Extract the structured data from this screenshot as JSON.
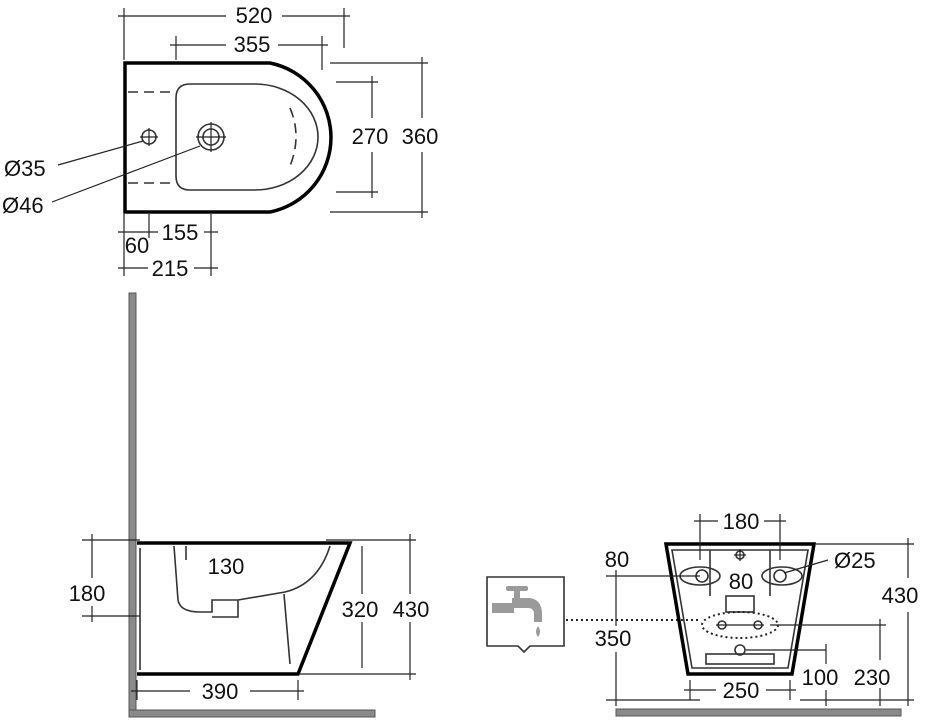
{
  "top_view": {
    "overall_length": "520",
    "bowl_length": "355",
    "inner_width": "270",
    "overall_width": "360",
    "hole_small": "Ø35",
    "hole_large": "Ø46",
    "offset_155": "155",
    "offset_60": "60",
    "offset_215": "215"
  },
  "side_view": {
    "dim_180": "180",
    "dim_130": "130",
    "dim_320": "320",
    "dim_430": "430",
    "dim_390": "390"
  },
  "back_view": {
    "dim_180": "180",
    "dim_80_left": "80",
    "dim_80_center": "80",
    "hole_diameter": "Ø25",
    "dim_430": "430",
    "dim_350": "350",
    "dim_230": "230",
    "dim_100": "100",
    "dim_250": "250"
  },
  "icons": [
    "water-tap-icon"
  ],
  "colors": {
    "line": "#000000",
    "wall": "#8a8a8a"
  }
}
